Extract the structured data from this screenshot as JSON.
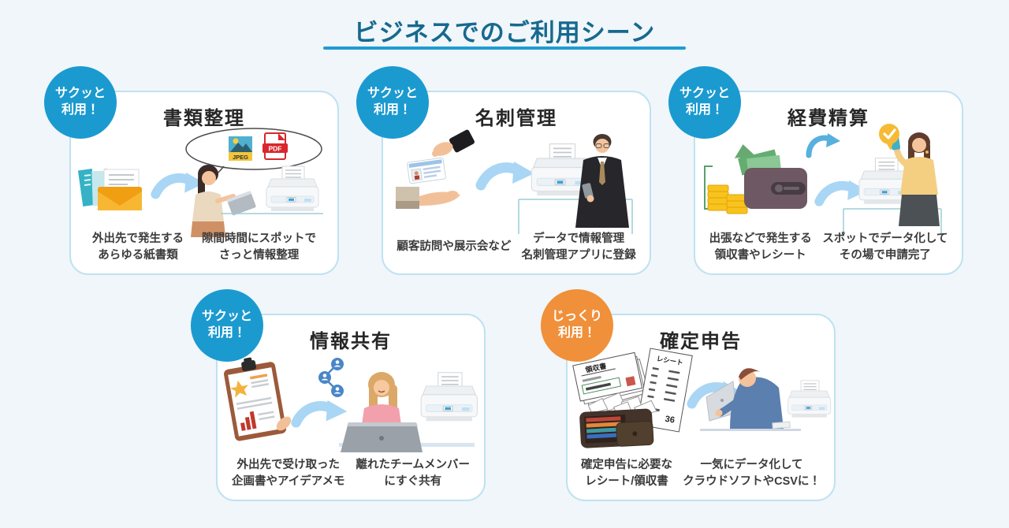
{
  "page": {
    "title": "ビジネスでのご利用シーン"
  },
  "colors": {
    "page_bg": "#f0f6fa",
    "card_bg": "#ffffff",
    "card_border": "#bfe2f0",
    "title_text": "#16698e",
    "title_underline": "#1e9cd2",
    "badge_blue": "#1b9ad0",
    "badge_orange": "#f0903a",
    "caption_text": "#3b3b3b",
    "arrow_blue": "#a9d6f4"
  },
  "cards": [
    {
      "id": "document-organizing",
      "badge": "サクッと\n利用！",
      "badge_style": "blue",
      "title": "書類整理",
      "captions": [
        "外出先で発生する\nあらゆる紙書類",
        "隙間時間にスポットで\nさっと情報整理"
      ]
    },
    {
      "id": "business-card-management",
      "badge": "サクッと\n利用！",
      "badge_style": "blue",
      "title": "名刺管理",
      "captions": [
        "顧客訪問や展示会など",
        "データで情報管理\n名刺管理アプリに登録"
      ]
    },
    {
      "id": "expense-reimbursement",
      "badge": "サクッと\n利用！",
      "badge_style": "blue",
      "title": "経費精算",
      "captions": [
        "出張などで発生する\n領収書やレシート",
        "スポットでデータ化して\nその場で申請完了"
      ]
    },
    {
      "id": "information-sharing",
      "badge": "サクッと\n利用！",
      "badge_style": "blue",
      "title": "情報共有",
      "captions": [
        "外出先で受け取った\n企画書やアイデアメモ",
        "離れたチームメンバー\nにすぐ共有"
      ]
    },
    {
      "id": "tax-filing",
      "badge": "じっくり\n利用！",
      "badge_style": "orange",
      "title": "確定申告",
      "captions": [
        "確定申告に必要な\nレシート/領収書",
        "一気にデータ化して\nクラウドソフトやCSVに！"
      ]
    }
  ],
  "illustrations": {
    "jpeg_label": "JPEG",
    "pdf_label": "PDF",
    "receipt_label": "領収書",
    "receipt_slip_label": "レシート"
  }
}
